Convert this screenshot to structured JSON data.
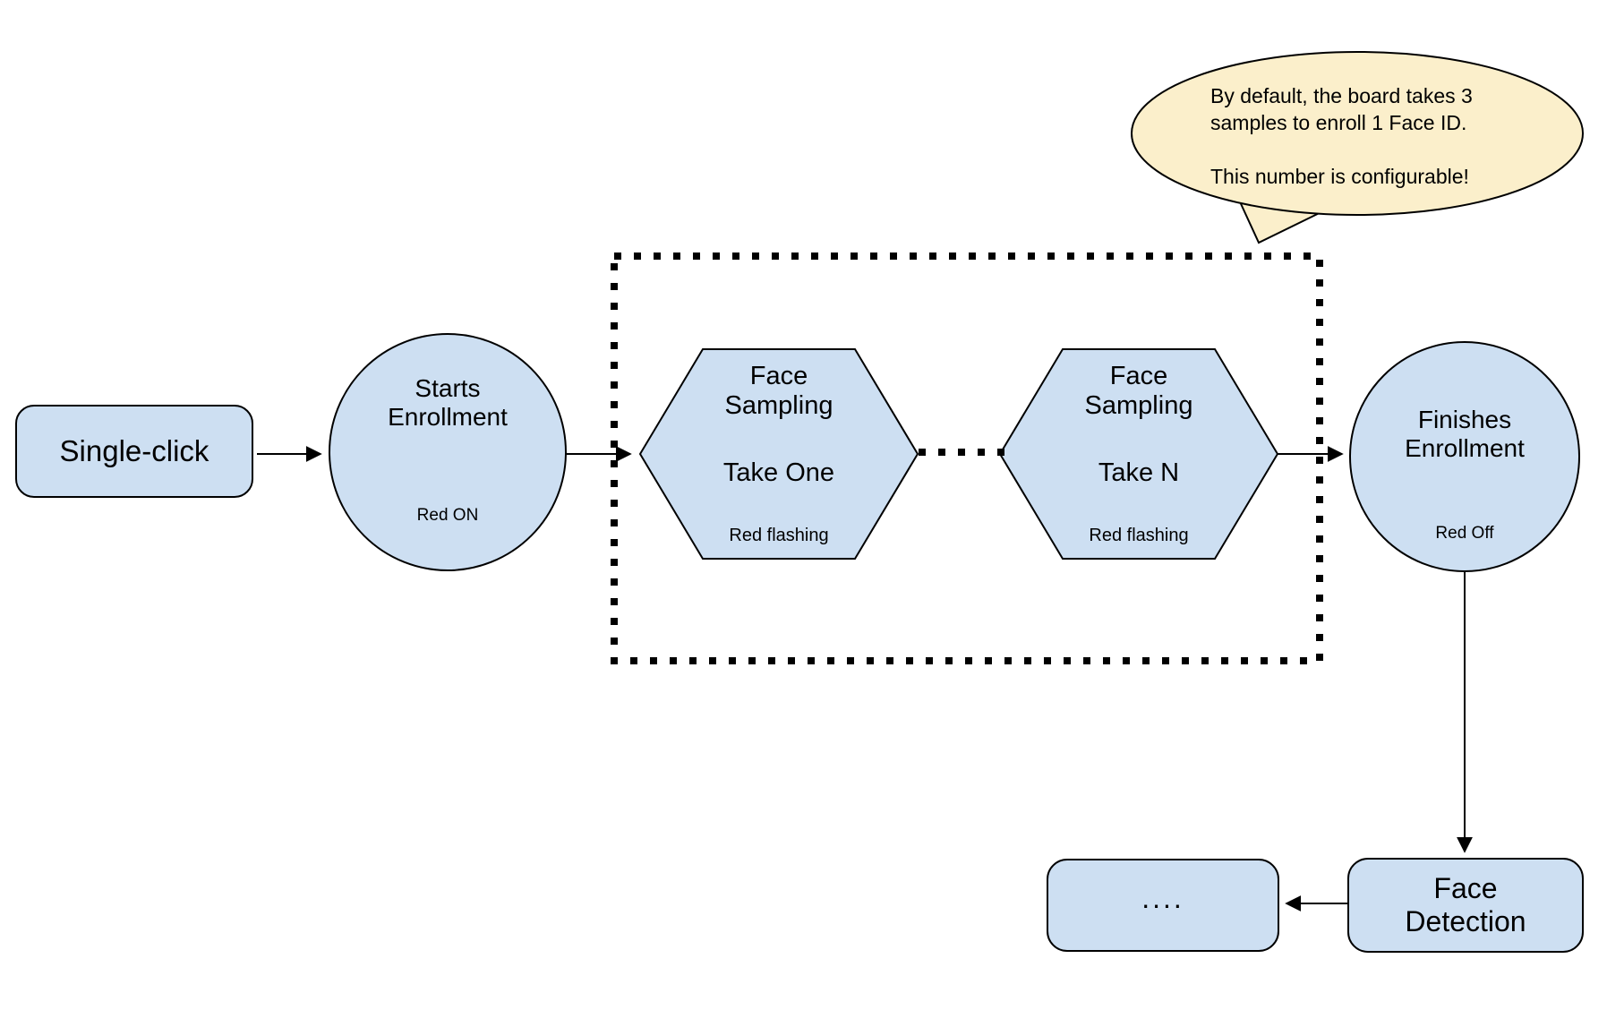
{
  "colors": {
    "node_fill": "#CDDFF2",
    "node_stroke": "#000000",
    "callout_fill": "#FBEFCB",
    "text": "#000000",
    "background": "#FFFFFF"
  },
  "nodes": {
    "single_click": {
      "label": "Single-click"
    },
    "starts_enrollment": {
      "title": "Starts\nEnrollment",
      "status": "Red ON"
    },
    "face_sampling_one": {
      "title": "Face\nSampling",
      "subtitle": "Take One",
      "status": "Red flashing"
    },
    "face_sampling_n": {
      "title": "Face\nSampling",
      "subtitle": "Take N",
      "status": "Red flashing"
    },
    "finishes_enrollment": {
      "title": "Finishes\nEnrollment",
      "status": "Red Off"
    },
    "face_detection": {
      "label": "Face\nDetection"
    },
    "continuation": {
      "label": "...."
    }
  },
  "callout": {
    "text": "By default, the board takes 3\nsamples to enroll 1 Face ID.\n\nThis number is configurable!"
  }
}
